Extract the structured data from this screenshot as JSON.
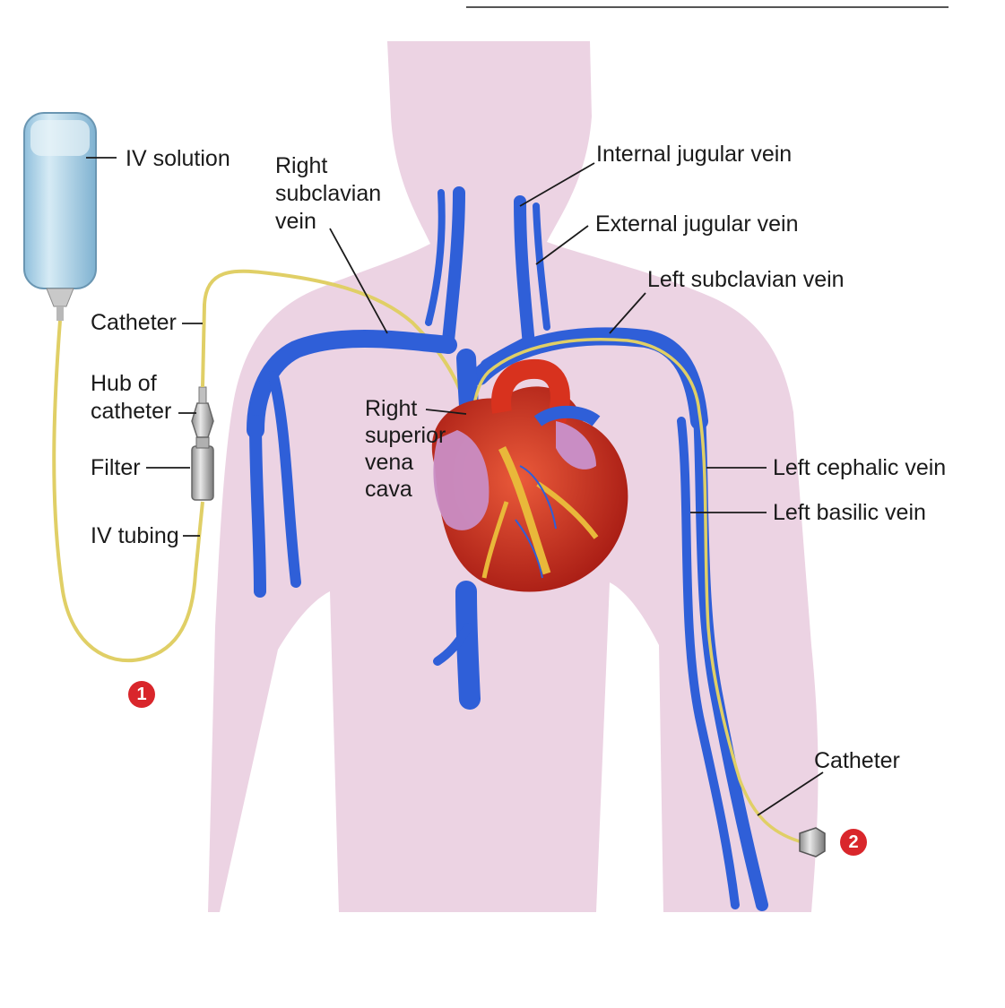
{
  "labels": {
    "iv_solution": "IV solution",
    "right_subclavian_vein": [
      "Right",
      "subclavian",
      "vein"
    ],
    "internal_jugular_vein": "Internal jugular vein",
    "external_jugular_vein": "External jugular vein",
    "left_subclavian_vein": "Left subclavian vein",
    "catheter_left": "Catheter",
    "hub_of_catheter": [
      "Hub of",
      "catheter"
    ],
    "filter": "Filter",
    "iv_tubing": "IV tubing",
    "right_superior_vena_cava": [
      "Right",
      "superior",
      "vena",
      "cava"
    ],
    "left_cephalic_vein": "Left cephalic vein",
    "left_basilic_vein": "Left basilic vein",
    "catheter_right": "Catheter"
  },
  "markers": {
    "one": "1",
    "two": "2"
  },
  "colors": {
    "body": "#ecd3e3",
    "vein": "#2f5fd8",
    "vein_dark": "#1c3f9e",
    "heart": "#d8321e",
    "heart_fat": "#e9b83a",
    "atrium": "#c98dc4",
    "tubing": "#e6d46a",
    "bag": "#a9cfe4",
    "marker": "#d9262b"
  }
}
